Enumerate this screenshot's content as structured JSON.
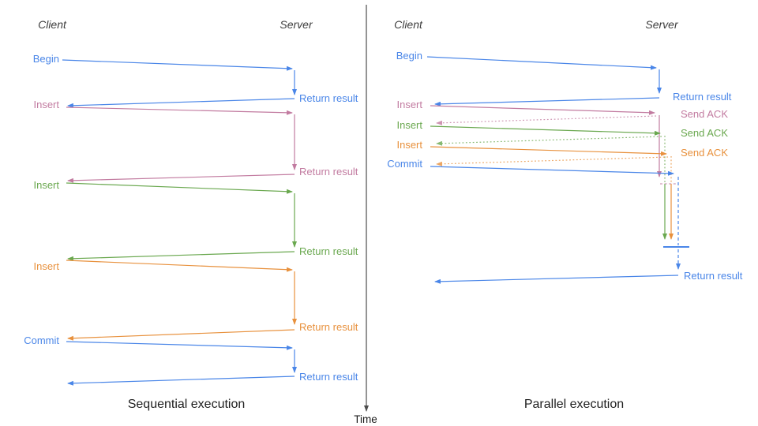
{
  "diagram": {
    "time_axis_label": "Time",
    "colors": {
      "blue": "#4a86e8",
      "pink": "#c27ba0",
      "green": "#6aa84f",
      "orange": "#e8913d",
      "axis": "#4d4d4d",
      "header": "#3d3d3d",
      "title": "#1f1f1f",
      "time": "#1a1a1a"
    },
    "left_panel": {
      "title": "Sequential execution",
      "client_header": "Client",
      "server_header": "Server",
      "operations": [
        {
          "label": "Begin",
          "color": "blue",
          "response": "Return result"
        },
        {
          "label": "Insert",
          "color": "pink",
          "response": "Return result"
        },
        {
          "label": "Insert",
          "color": "green",
          "response": "Return result"
        },
        {
          "label": "Insert",
          "color": "orange",
          "response": "Return result"
        },
        {
          "label": "Commit",
          "color": "blue",
          "response": "Return result"
        }
      ]
    },
    "right_panel": {
      "title": "Parallel execution",
      "client_header": "Client",
      "server_header": "Server",
      "operations": [
        {
          "label": "Begin",
          "color": "blue",
          "response": "Return result"
        },
        {
          "label": "Insert",
          "color": "pink",
          "ack": "Send ACK"
        },
        {
          "label": "Insert",
          "color": "green",
          "ack": "Send ACK"
        },
        {
          "label": "Insert",
          "color": "orange",
          "ack": "Send ACK"
        },
        {
          "label": "Commit",
          "color": "blue",
          "response": "Return result"
        }
      ]
    }
  }
}
